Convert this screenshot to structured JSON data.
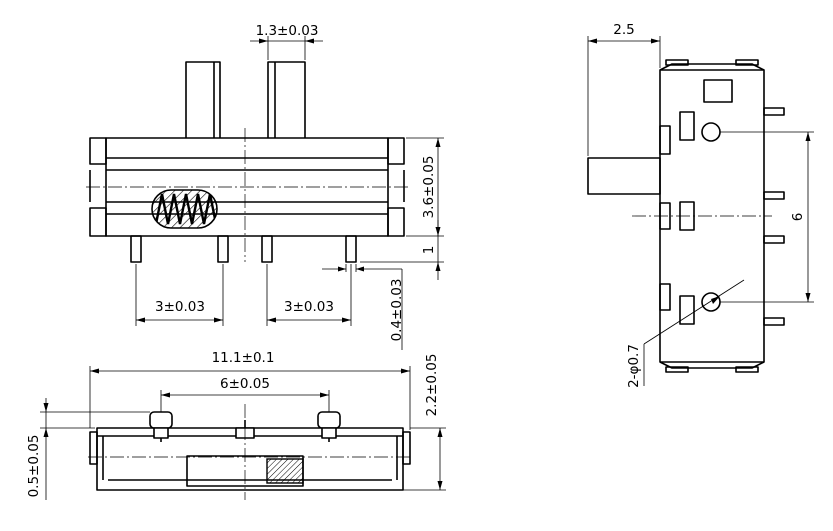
{
  "front_view": {
    "dim_actuator_width": "1.3±0.03",
    "dim_height": "3.6±0.05",
    "dim_pin_length": "1",
    "dim_pin_pitch_left": "3±0.03",
    "dim_pin_pitch_right": "3±0.03",
    "dim_pin_width": "0.4±0.03"
  },
  "bottom_view": {
    "dim_overall_length": "11.1±0.1",
    "dim_center_pitch": "6±0.05",
    "dim_height": "2.2±0.05",
    "dim_base_offset": "0.5±0.05"
  },
  "side_view": {
    "dim_actuator_extension": "2.5",
    "dim_hole_pitch": "6",
    "dim_hole_diameter": "2-φ0.7"
  }
}
